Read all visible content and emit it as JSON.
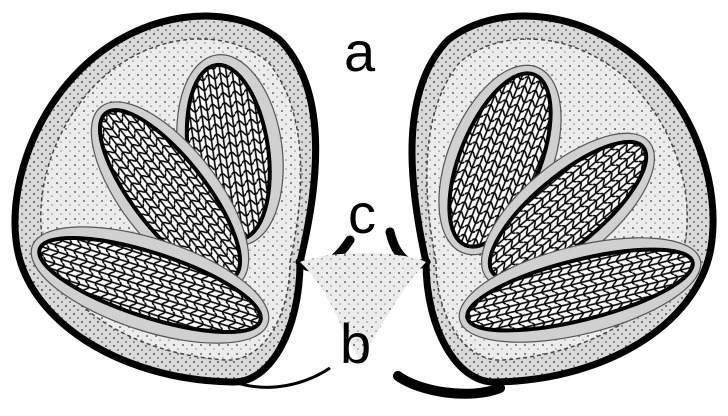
{
  "labels": {
    "a": "a",
    "b": "b",
    "c": "c"
  },
  "colors": {
    "outline": "#000000",
    "fill_gray": "#cfcfcf",
    "fill_light": "#e6e6e6",
    "background": "#ffffff"
  }
}
